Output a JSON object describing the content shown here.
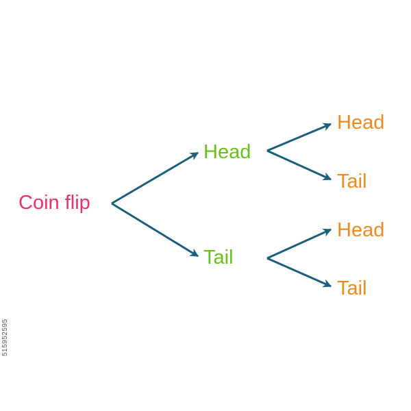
{
  "diagram": {
    "root": {
      "label": "Coin flip",
      "color": "#e5336b"
    },
    "level1": [
      {
        "label": "Head",
        "color": "#6abf1e"
      },
      {
        "label": "Tail",
        "color": "#6abf1e"
      }
    ],
    "level2": [
      {
        "label": "Head",
        "color": "#ec8a1f"
      },
      {
        "label": "Tail",
        "color": "#ec8a1f"
      },
      {
        "label": "Head",
        "color": "#ec8a1f"
      },
      {
        "label": "Tail",
        "color": "#ec8a1f"
      }
    ],
    "arrow_color": "#1b5e7b"
  },
  "watermark": {
    "side_id": "515952595"
  }
}
